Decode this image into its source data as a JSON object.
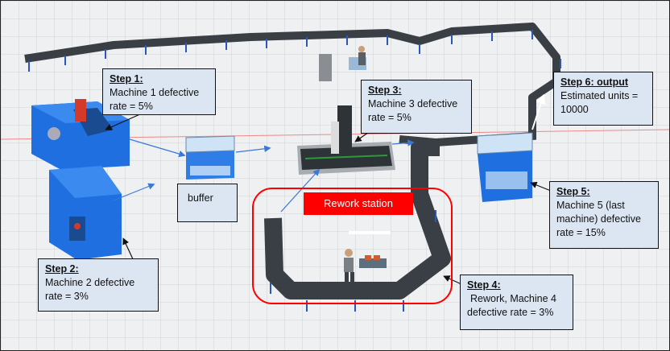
{
  "steps": {
    "step1": {
      "title": "Step 1:",
      "line1": "Machine 1 defective",
      "line2": "rate = 5%"
    },
    "step2": {
      "title": "Step 2:",
      "line1": "Machine 2 defective",
      "line2": "rate = 3%"
    },
    "step3": {
      "title": "Step 3:",
      "line1": "Machine 3 defective",
      "line2": "rate = 5%"
    },
    "step4": {
      "title": "Step 4:",
      "line1": "Rework, Machine 4",
      "line2": "defective rate = 3%"
    },
    "step5": {
      "title": "Step 5:",
      "line1": "Machine 5 (last",
      "line2": "machine) defective",
      "line3": "rate = 15%"
    },
    "step6": {
      "title": "Step 6: output",
      "line1": "Estimated units =",
      "line2": "10000"
    }
  },
  "buffer_label": "buffer",
  "rework_label": "Rework station",
  "colors": {
    "machine_blue": "#1f6fe0",
    "conveyor": "#3a3f45",
    "callout_fill": "#dce6f2",
    "rework_red": "#ff0000"
  }
}
